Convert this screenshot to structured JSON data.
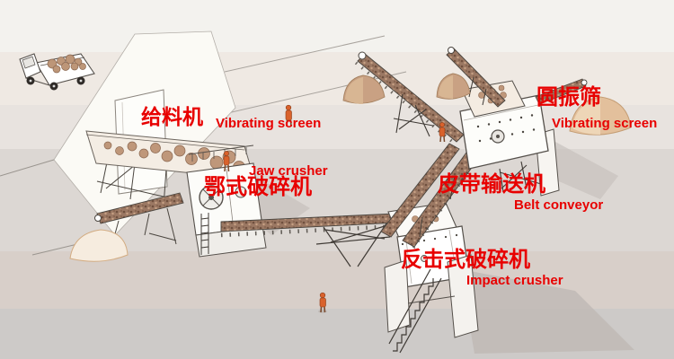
{
  "page": {
    "title": "Stone crushing production line diagram"
  },
  "colors": {
    "label_red": "#e80000",
    "ground_top": "#f3f2ee",
    "ground_bottom": "#cdcac8",
    "wall_white": "#fbfaf5",
    "machine_white": "#fdfdfa",
    "outline": "#55504b",
    "belt_material_brown": "#9b7863",
    "rock_tan": "#bf977a",
    "sand_pile_light": "#f6ecdf",
    "sand_pile_tan": "#c9a183",
    "worker_orange": "#d9622c",
    "shadow_gray": "#bdb7b3"
  },
  "labels": {
    "feeder": {
      "zh": "给料机",
      "en": "Vibrating screen"
    },
    "jaw_crusher": {
      "en": "Jaw crusher",
      "zh": "鄂式破碎机"
    },
    "circular_screen": {
      "zh": "圆振筛",
      "en": "Vibrating screen"
    },
    "belt_conveyor": {
      "zh": "皮带输送机",
      "en": "Belt conveyor"
    },
    "impact_crusher": {
      "zh": "反击式破碎机",
      "en": "Impact crusher"
    }
  },
  "equipment": [
    {
      "name": "dump-truck"
    },
    {
      "name": "vibrating-feeder"
    },
    {
      "name": "jaw-crusher"
    },
    {
      "name": "main-belt-conveyor"
    },
    {
      "name": "impact-crusher"
    },
    {
      "name": "transfer-belt-conveyors"
    },
    {
      "name": "circular-vibrating-screen"
    },
    {
      "name": "product-conveyors"
    },
    {
      "name": "sand-piles"
    },
    {
      "name": "workers"
    }
  ]
}
